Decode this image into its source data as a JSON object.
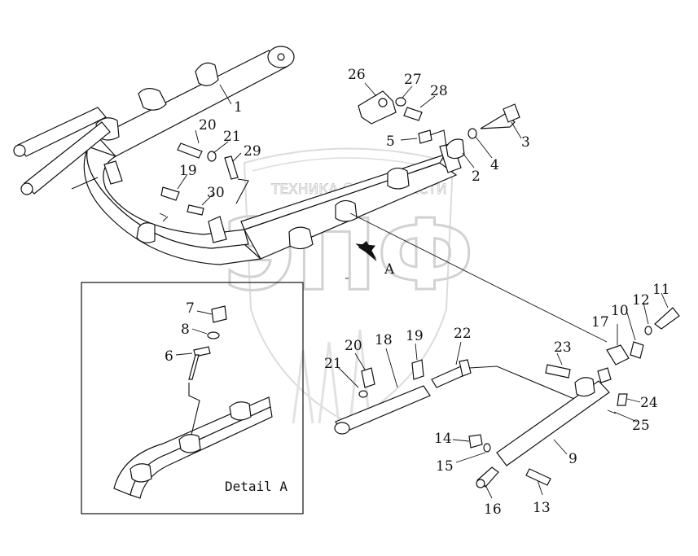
{
  "watermark": {
    "left_text": "ТЕХНИКА",
    "right_text": "ЗАПЧАСТИ",
    "icon": "gear-icon",
    "logo_letters": "ЭПФ"
  },
  "view_marker": "A",
  "detail_label": "Detail A",
  "callouts": [
    {
      "id": "1",
      "text": "1"
    },
    {
      "id": "2",
      "text": "2"
    },
    {
      "id": "3",
      "text": "3"
    },
    {
      "id": "4",
      "text": "4"
    },
    {
      "id": "5",
      "text": "5"
    },
    {
      "id": "6",
      "text": "6"
    },
    {
      "id": "7",
      "text": "7"
    },
    {
      "id": "8",
      "text": "8"
    },
    {
      "id": "9",
      "text": "9"
    },
    {
      "id": "10",
      "text": "10"
    },
    {
      "id": "11",
      "text": "11"
    },
    {
      "id": "12",
      "text": "12"
    },
    {
      "id": "13",
      "text": "13"
    },
    {
      "id": "14",
      "text": "14"
    },
    {
      "id": "15",
      "text": "15"
    },
    {
      "id": "16",
      "text": "16"
    },
    {
      "id": "17",
      "text": "17"
    },
    {
      "id": "18",
      "text": "18"
    },
    {
      "id": "19a",
      "text": "19"
    },
    {
      "id": "19b",
      "text": "19"
    },
    {
      "id": "20a",
      "text": "20"
    },
    {
      "id": "20b",
      "text": "20"
    },
    {
      "id": "21a",
      "text": "21"
    },
    {
      "id": "21b",
      "text": "21"
    },
    {
      "id": "22",
      "text": "22"
    },
    {
      "id": "23",
      "text": "23"
    },
    {
      "id": "24",
      "text": "24"
    },
    {
      "id": "25",
      "text": "25"
    },
    {
      "id": "26",
      "text": "26"
    },
    {
      "id": "27",
      "text": "27"
    },
    {
      "id": "28",
      "text": "28"
    },
    {
      "id": "29",
      "text": "29"
    },
    {
      "id": "30",
      "text": "30"
    }
  ]
}
